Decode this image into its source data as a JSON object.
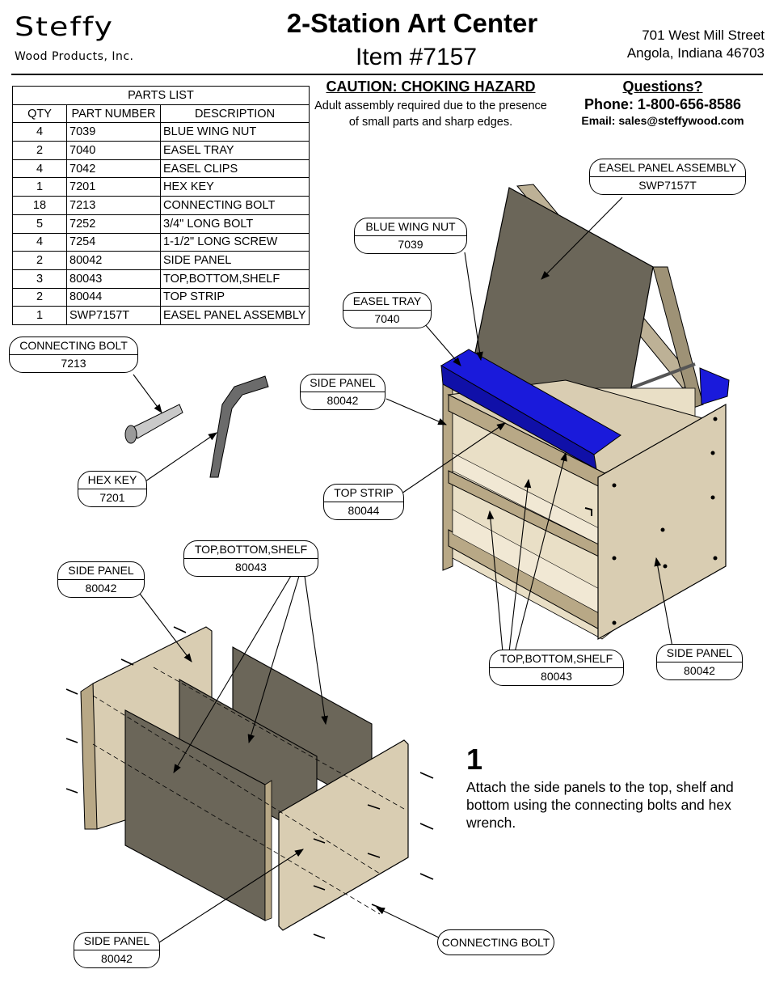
{
  "header": {
    "brand": "Steffy",
    "brand_sub": "Wood Products, Inc.",
    "title": "2-Station Art Center",
    "item": "Item #7157",
    "address_line1": "701 West Mill Street",
    "address_line2": "Angola, Indiana  46703"
  },
  "parts_list": {
    "caption": "PARTS LIST",
    "columns": [
      "QTY",
      "PART NUMBER",
      "DESCRIPTION"
    ],
    "rows": [
      {
        "qty": "4",
        "part": "7039",
        "desc": "BLUE WING NUT"
      },
      {
        "qty": "2",
        "part": "7040",
        "desc": "EASEL TRAY"
      },
      {
        "qty": "4",
        "part": "7042",
        "desc": "EASEL CLIPS"
      },
      {
        "qty": "1",
        "part": "7201",
        "desc": "HEX KEY"
      },
      {
        "qty": "18",
        "part": "7213",
        "desc": "CONNECTING BOLT"
      },
      {
        "qty": "5",
        "part": "7252",
        "desc": "3/4\" LONG BOLT"
      },
      {
        "qty": "4",
        "part": "7254",
        "desc": "1-1/2\" LONG SCREW"
      },
      {
        "qty": "2",
        "part": "80042",
        "desc": "SIDE PANEL"
      },
      {
        "qty": "3",
        "part": "80043",
        "desc": "TOP,BOTTOM,SHELF"
      },
      {
        "qty": "2",
        "part": "80044",
        "desc": "TOP STRIP"
      },
      {
        "qty": "1",
        "part": "SWP7157T",
        "desc": "EASEL PANEL ASSEMBLY"
      }
    ]
  },
  "caution": {
    "title": "CAUTION:  CHOKING HAZARD",
    "text": "Adult assembly required due to the presence of small parts and sharp edges."
  },
  "questions": {
    "title": "Questions?",
    "phone": "Phone: 1-800-656-8586",
    "email": "Email:  sales@steffywood.com"
  },
  "callouts": {
    "easel_panel": {
      "name": "EASEL PANEL ASSEMBLY",
      "num": "SWP7157T"
    },
    "blue_wing_nut": {
      "name": "BLUE WING NUT",
      "num": "7039"
    },
    "easel_tray": {
      "name": "EASEL TRAY",
      "num": "7040"
    },
    "connecting_bolt_top": {
      "name": "CONNECTING BOLT",
      "num": "7213"
    },
    "side_panel_mid": {
      "name": "SIDE PANEL",
      "num": "80042"
    },
    "hex_key": {
      "name": "HEX KEY",
      "num": "7201"
    },
    "top_strip": {
      "name": "TOP STRIP",
      "num": "80044"
    },
    "tbs_left": {
      "name": "TOP,BOTTOM,SHELF",
      "num": "80043"
    },
    "side_panel_left": {
      "name": "SIDE PANEL",
      "num": "80042"
    },
    "tbs_right": {
      "name": "TOP,BOTTOM,SHELF",
      "num": "80043"
    },
    "side_panel_right": {
      "name": "SIDE PANEL",
      "num": "80042"
    },
    "side_panel_bottom": {
      "name": "SIDE PANEL",
      "num": "80042"
    },
    "connecting_bolt_bottom": {
      "name": "CONNECTING BOLT"
    }
  },
  "step": {
    "number": "1",
    "text": "Attach the side panels to the top, shelf and bottom using the connecting bolts and hex wrench."
  },
  "colors": {
    "panel_dark": "#6b6659",
    "wood": "#d9cdb2",
    "wood_edge": "#b8a886",
    "tray_blue": "#1a1adb"
  }
}
